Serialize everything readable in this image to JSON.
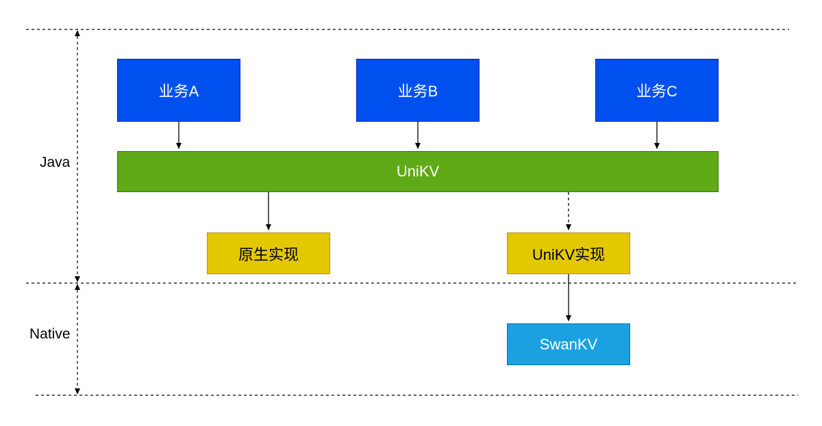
{
  "layers": {
    "java": "Java",
    "native": "Native"
  },
  "nodes": {
    "biz_a": "业务A",
    "biz_b": "业务B",
    "biz_c": "业务C",
    "unikv": "UniKV",
    "native_impl": "原生实现",
    "unikv_impl": "UniKV实现",
    "swankv": "SwanKV"
  },
  "colors": {
    "business": "#0050ef",
    "unikv": "#60a917",
    "implementation": "#e3c800",
    "swankv": "#1ba1e2"
  }
}
